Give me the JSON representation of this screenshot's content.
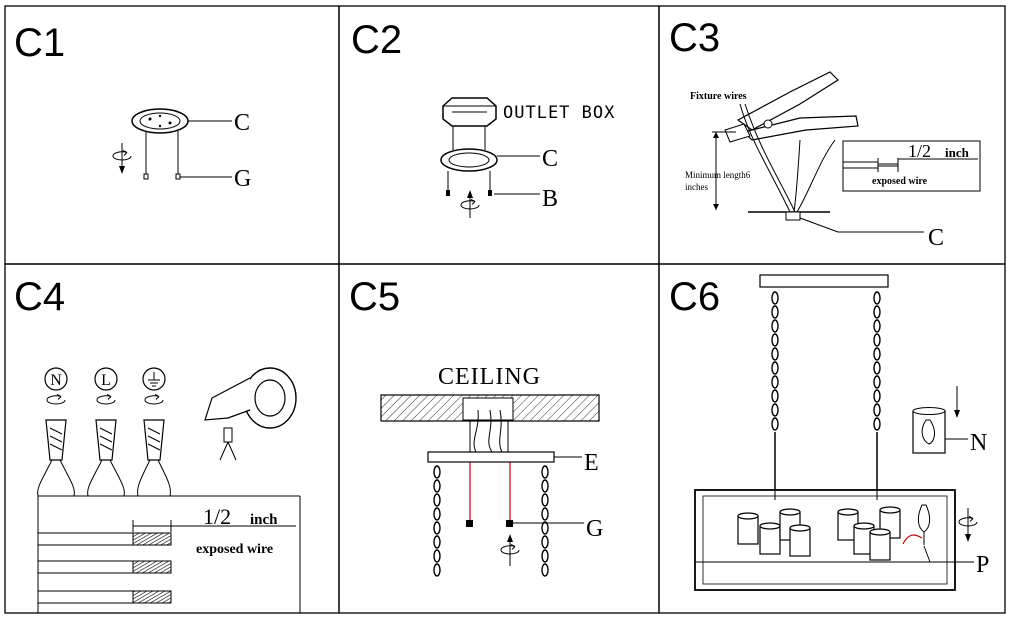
{
  "panels": {
    "c1": {
      "title": "C1",
      "label_c": "C",
      "label_g": "G"
    },
    "c2": {
      "title": "C2",
      "outlet_box": "OUTLET BOX",
      "label_c": "C",
      "label_b": "B"
    },
    "c3": {
      "title": "C3",
      "fixture_wires": "Fixture wires",
      "min_length_line1": "Minimum length6",
      "min_length_line2": "inches",
      "half_inch": "1/2",
      "inch": "inch",
      "exposed_wire": "exposed wire",
      "label_c": "C"
    },
    "c4": {
      "title": "C4",
      "wire_n": "N",
      "wire_l": "L",
      "half_inch": "1/2",
      "inch": "inch",
      "exposed_wire": "exposed wire"
    },
    "c5": {
      "title": "C5",
      "ceiling": "CEILING",
      "label_e": "E",
      "label_g": "G"
    },
    "c6": {
      "title": "C6",
      "label_n": "N",
      "label_p": "P"
    }
  }
}
